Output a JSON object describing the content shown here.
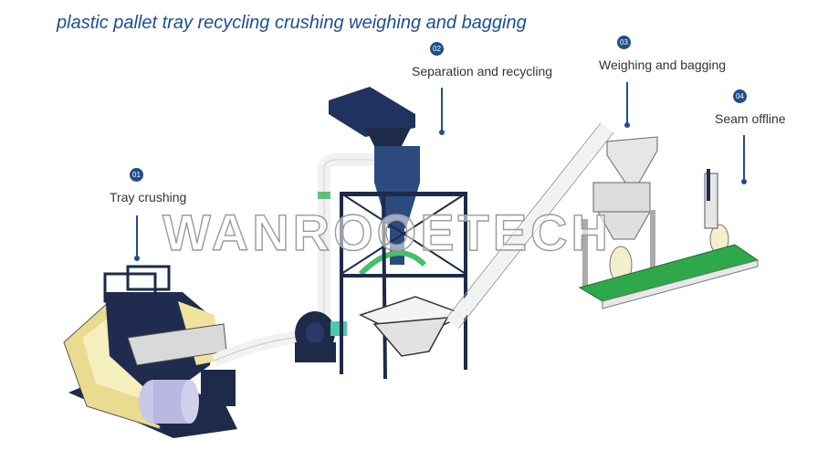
{
  "title": "plastic pallet tray recycling crushing weighing and bagging",
  "steps": [
    {
      "num": "01",
      "label": "Tray crushing"
    },
    {
      "num": "02",
      "label": "Separation and recycling"
    },
    {
      "num": "03",
      "label": "Weighing and bagging"
    },
    {
      "num": "04",
      "label": "Seam offline"
    }
  ],
  "watermark": "WANROOETECH",
  "colors": {
    "title": "#1d4f91",
    "badge": "#1f4e8c",
    "machine_navy": "#1d2a4a",
    "crusher_yellow": "#f2e7a8",
    "conveyor_green": "#2ea84a",
    "pipe_white": "#f2f2f2"
  }
}
